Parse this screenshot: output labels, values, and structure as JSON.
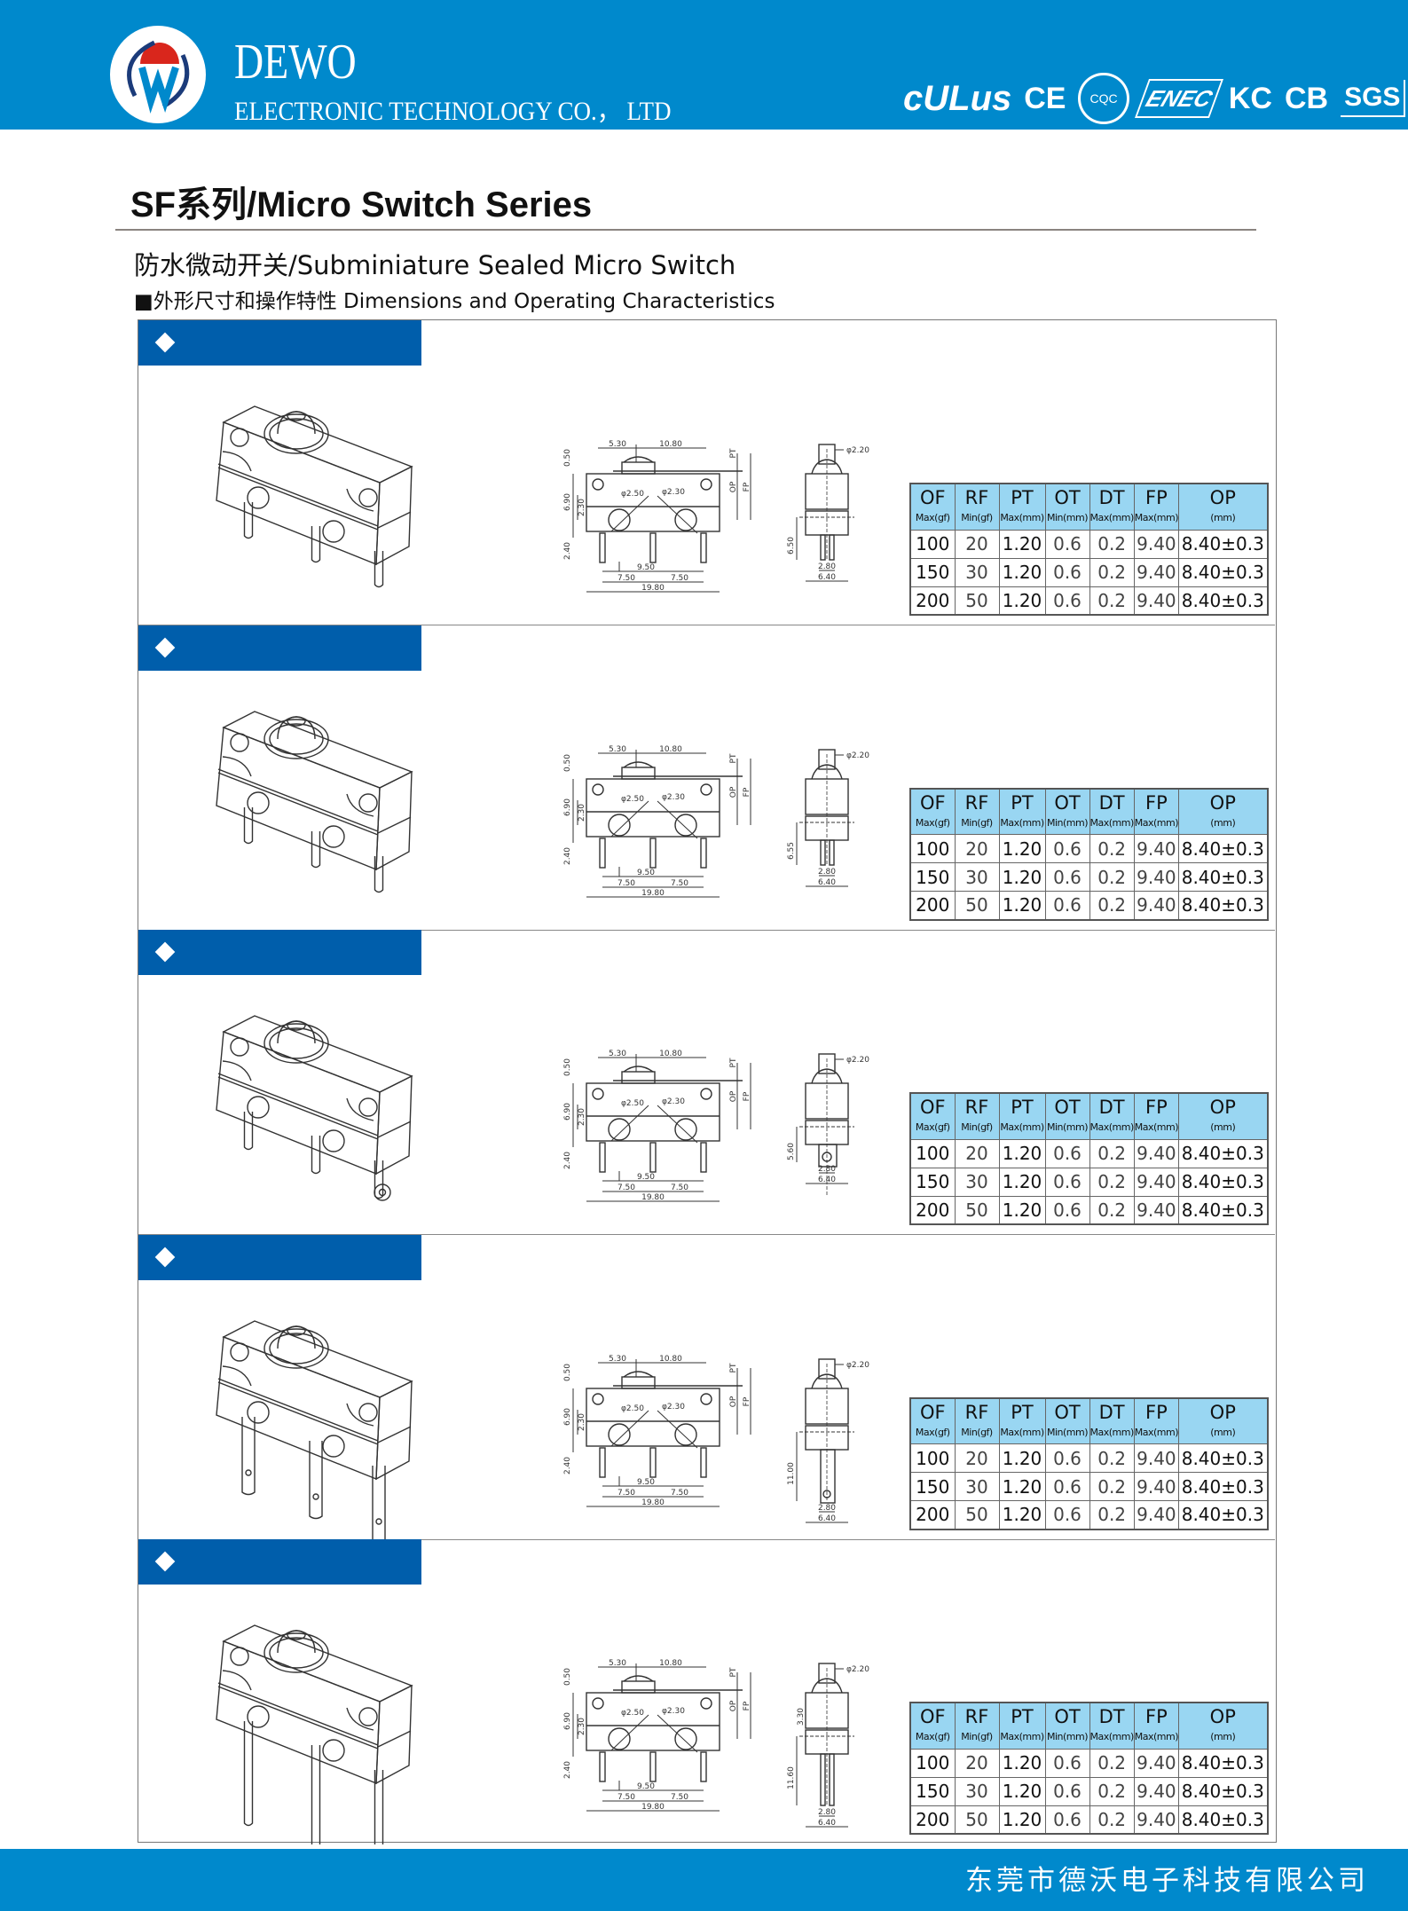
{
  "header": {
    "brand": "DEWO",
    "company": "ELECTRONIC TECHNOLOGY CO.， LTD",
    "logo_letter": "W",
    "certifications": [
      "cULus",
      "CE",
      "CQC",
      "ENEC",
      "KC",
      "CB",
      "SGS"
    ],
    "colors": {
      "band": "#0089cc",
      "row_bar": "#005eab",
      "table_header": "#99d6f2"
    }
  },
  "page": {
    "title": "SF系列/Micro Switch Series",
    "subtitle": "防水微动开关/Subminiature Sealed Micro Switch",
    "section": "■外形尺寸和操作特性 Dimensions and Operating Characteristics"
  },
  "table": {
    "headers": [
      {
        "name": "OF",
        "unit": "Max(gf)"
      },
      {
        "name": "RF",
        "unit": "Min(gf)"
      },
      {
        "name": "PT",
        "unit": "Max(mm)"
      },
      {
        "name": "OT",
        "unit": "Min(mm)"
      },
      {
        "name": "DT",
        "unit": "Max(mm)"
      },
      {
        "name": "FP",
        "unit": "Max(mm)"
      },
      {
        "name": "OP",
        "unit": "(mm)"
      }
    ],
    "rows": [
      [
        "100",
        "20",
        "1.20",
        "0.6",
        "0.2",
        "9.40",
        "8.40±0.3"
      ],
      [
        "150",
        "30",
        "1.20",
        "0.6",
        "0.2",
        "9.40",
        "8.40±0.3"
      ],
      [
        "200",
        "50",
        "1.20",
        "0.6",
        "0.2",
        "9.40",
        "8.40±0.3"
      ]
    ]
  },
  "front_dims": {
    "a": "5.30",
    "b": "10.80",
    "c": "0.50",
    "d": "6.90",
    "e": "2.30",
    "f": "2.40",
    "g": "φ2.50",
    "h": "φ2.30",
    "i": "9.50",
    "j": "7.50",
    "k": "7.50",
    "l": "19.80",
    "op": "OP",
    "fp": "FP",
    "pt": "PT"
  },
  "side_dims": {
    "plunger": "φ2.20",
    "pitch": "2.80",
    "width": "6.40"
  },
  "variants": [
    {
      "terminal": "pcb-short",
      "height": "6.50"
    },
    {
      "terminal": "pcb-short",
      "height": "6.55"
    },
    {
      "terminal": "solder-lug",
      "height": "5.60"
    },
    {
      "terminal": "quick-connect",
      "height": "11.00"
    },
    {
      "terminal": "long-pin",
      "height": "11.60",
      "extra": "3.30"
    }
  ],
  "footer": {
    "text": "东莞市德沃电子科技有限公司"
  }
}
